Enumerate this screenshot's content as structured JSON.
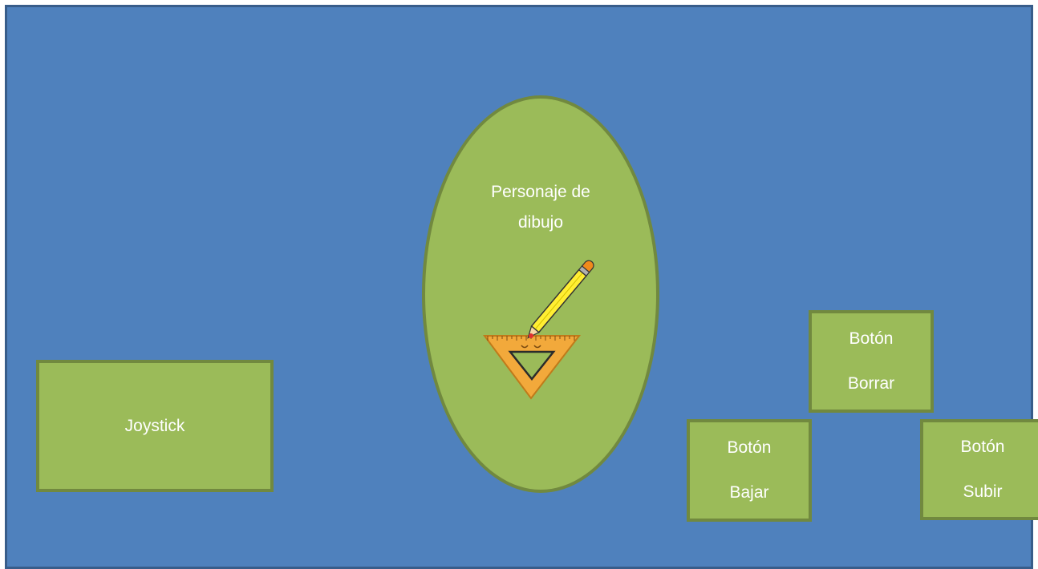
{
  "character": {
    "label_line1": "Personaje de",
    "label_line2": "dibujo",
    "icon": "pencil-and-set-square-icon"
  },
  "joystick": {
    "label": "Joystick"
  },
  "buttons": {
    "erase": {
      "line1": "Botón",
      "line2": "Borrar"
    },
    "down": {
      "line1": "Botón",
      "line2": "Bajar"
    },
    "up": {
      "line1": "Botón",
      "line2": "Subir"
    }
  },
  "colors": {
    "background": "#4f81bd",
    "panel_fill": "#9bbb59",
    "panel_border": "#71893f",
    "text": "#ffffff"
  }
}
